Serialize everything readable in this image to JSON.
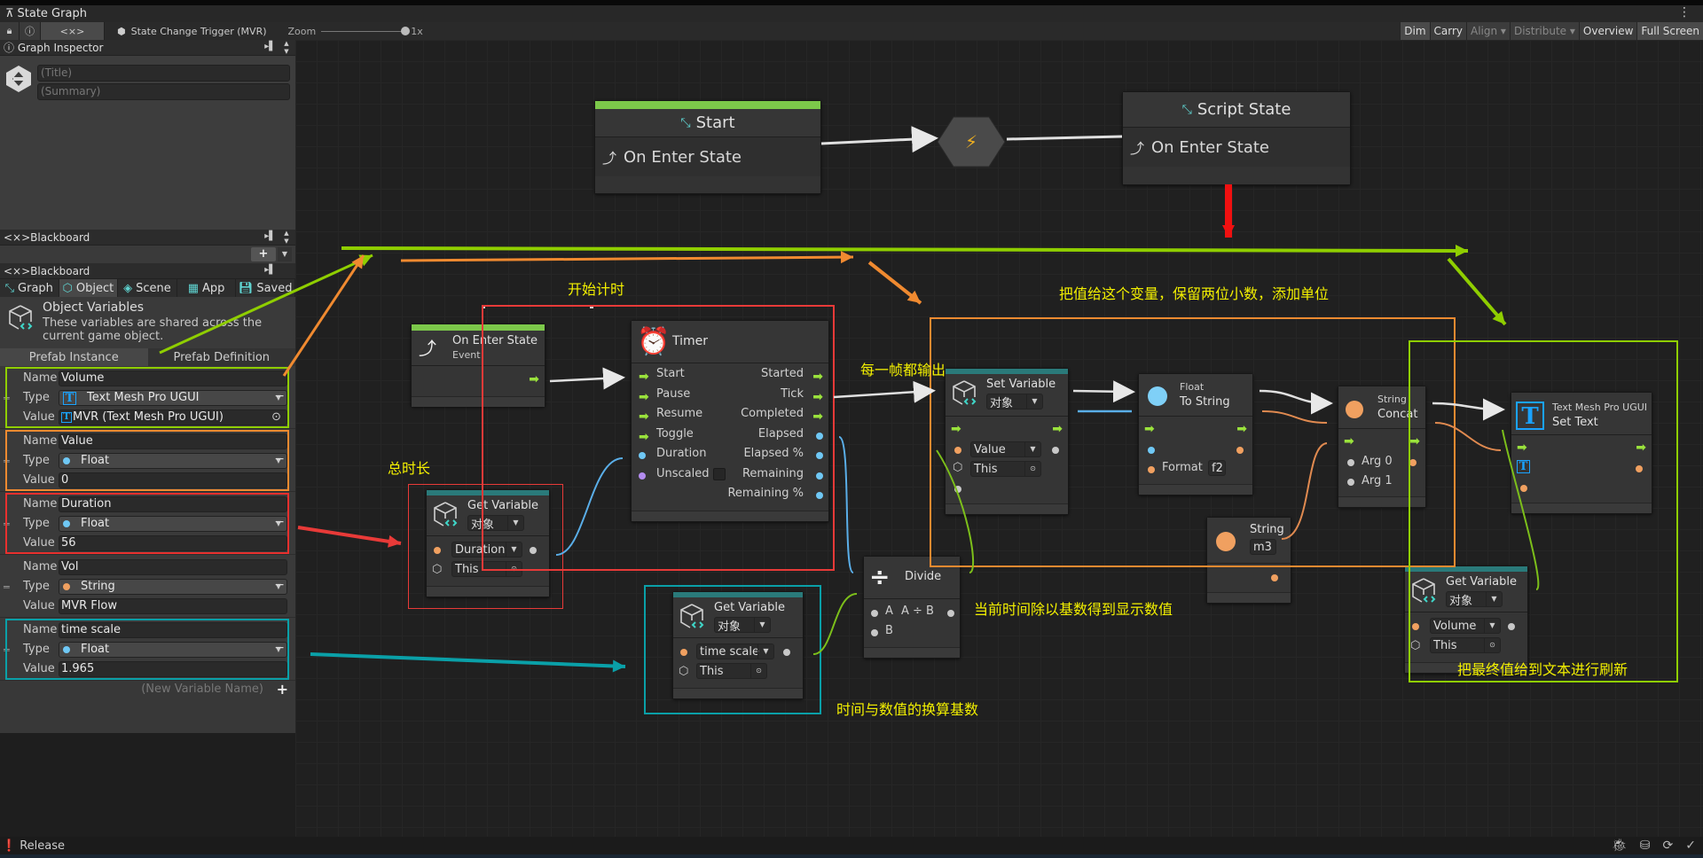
{
  "window": {
    "title": "State Graph",
    "menu_icon": "kebab-menu-icon"
  },
  "toolbar": {
    "lock_icon": "lock-icon",
    "info_icon": "info-icon",
    "variables_icon": "variables-icon",
    "breadcrumb": "State Change Trigger (MVR)",
    "zoom_label": "Zoom",
    "zoom_value": "1x",
    "zoom_level_fraction": 1.0,
    "right_buttons": [
      {
        "label": "Dim",
        "enabled": true,
        "active": true
      },
      {
        "label": "Carry",
        "enabled": true,
        "active": false
      },
      {
        "label": "Align ▾",
        "enabled": false,
        "active": false
      },
      {
        "label": "Distribute ▾",
        "enabled": false,
        "active": false
      },
      {
        "label": "Overview",
        "enabled": true,
        "active": false
      },
      {
        "label": "Full Screen",
        "enabled": true,
        "active": true
      }
    ]
  },
  "graph_inspector": {
    "title": "Graph Inspector",
    "title_placeholder": "(Title)",
    "summary_placeholder": "(Summary)"
  },
  "blackboard": {
    "header1": "Blackboard",
    "header2": "Blackboard",
    "add_label": "+",
    "tabs": [
      {
        "label": "Graph",
        "active": false
      },
      {
        "label": "Object",
        "active": true
      },
      {
        "label": "Scene",
        "active": false
      },
      {
        "label": "App",
        "active": false
      },
      {
        "label": "Saved",
        "active": false
      }
    ],
    "overview_title": "Object Variables",
    "overview_desc": "These variables are shared across the current game object.",
    "prefab_tabs": [
      {
        "label": "Prefab Instance",
        "active": true
      },
      {
        "label": "Prefab Definition",
        "active": false
      }
    ],
    "field_labels": {
      "name": "Name",
      "type": "Type",
      "value": "Value"
    },
    "variables": [
      {
        "name": "Volume",
        "type": "Text Mesh Pro UGUI",
        "type_icon": "tmp-icon",
        "value": "MVR (Text Mesh Pro UGUI)",
        "highlight": "#8fce00"
      },
      {
        "name": "Value",
        "type": "Float",
        "type_color": "#6fc8f5",
        "value": "0",
        "highlight": "#f08a30"
      },
      {
        "name": "Duration",
        "type": "Float",
        "type_color": "#6fc8f5",
        "value": "56",
        "highlight": "#e8302e"
      },
      {
        "name": "Vol",
        "type": "String",
        "type_color": "#f0a060",
        "value": "MVR Flow",
        "highlight": ""
      },
      {
        "name": "time scale",
        "type": "Float",
        "type_color": "#6fc8f5",
        "value": "1.965",
        "highlight": "#0aa0a8"
      }
    ],
    "new_variable_placeholder": "(New Variable Name)"
  },
  "graph": {
    "start_state": {
      "title": "Start",
      "event": "On Enter State"
    },
    "script_state": {
      "title": "Script State",
      "event": "On Enter State"
    },
    "on_enter_node": {
      "title": "On Enter State",
      "subtitle": "Event"
    },
    "timer_node": {
      "title": "Timer",
      "inputs": [
        "Start",
        "Pause",
        "Resume",
        "Toggle",
        "Duration",
        "Unscaled"
      ],
      "outputs": [
        "Started",
        "Tick",
        "Completed",
        "Elapsed",
        "Elapsed %",
        "Remaining",
        "Remaining %"
      ]
    },
    "get_duration": {
      "title": "Get Variable",
      "scope": "对象",
      "variable": "Duration",
      "target": "This"
    },
    "get_timescale": {
      "title": "Get Variable",
      "scope": "对象",
      "variable": "time scale",
      "target": "This"
    },
    "divide_node": {
      "title": "Divide",
      "in_a": "A",
      "out": "A ÷ B",
      "in_b": "B"
    },
    "set_variable": {
      "title": "Set Variable",
      "scope": "对象",
      "variable": "Value",
      "target": "This"
    },
    "to_string": {
      "category": "Float",
      "title": "To String",
      "format_label": "Format",
      "format_value": "f2"
    },
    "string_literal": {
      "title": "String",
      "value": "m3"
    },
    "concat": {
      "category": "String",
      "title": "Concat",
      "arg0": "Arg 0",
      "arg1": "Arg 1"
    },
    "set_text": {
      "category": "Text Mesh Pro UGUI",
      "title": "Set Text"
    },
    "get_volume": {
      "title": "Get Variable",
      "scope": "对象",
      "variable": "Volume",
      "target": "This"
    }
  },
  "annotations": {
    "start_timing": "开始计时",
    "total_duration": "总时长",
    "every_frame": "每一帧都输出",
    "assign_value": "把值给这个变量，保留两位小数，添加单位",
    "divide_note": "当前时间除以基数得到显示数值",
    "base_note": "时间与数值的换算基数",
    "final_note": "把最终值给到文本进行刷新"
  },
  "status": {
    "text": "Release",
    "icons": [
      "debug-off-icon",
      "database-off-icon",
      "sync-off-icon",
      "check-icon"
    ]
  },
  "colors": {
    "accent_green": "#8fce00",
    "flow_green": "#9ae23c",
    "float_blue": "#6fc8f5",
    "string_orange": "#f0a060",
    "annotation_yellow": "#f3f000"
  }
}
